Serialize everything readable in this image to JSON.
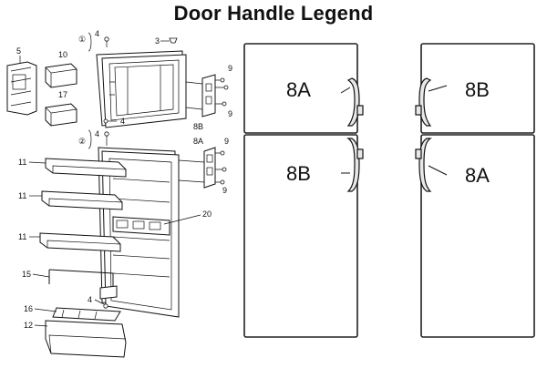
{
  "title": "Door Handle Legend",
  "exploded_view": {
    "callouts": {
      "c1": "①",
      "c2": "②",
      "p3": "3",
      "p4a": "4",
      "p4b": "4",
      "p4c": "4",
      "p4d": "4",
      "p5": "5",
      "p9a": "9",
      "p9b": "9",
      "p9c": "9",
      "p9d": "9",
      "p10": "10",
      "p11a": "11",
      "p11b": "11",
      "p11c": "11",
      "p12": "12",
      "p15": "15",
      "p16": "16",
      "p17": "17",
      "p20": "20",
      "p8a": "8A",
      "p8b": "8B"
    }
  },
  "fridge_left": {
    "top_handle_label": "8A",
    "bottom_handle_label": "8B"
  },
  "fridge_right": {
    "top_handle_label": "8B",
    "bottom_handle_label": "8A"
  }
}
